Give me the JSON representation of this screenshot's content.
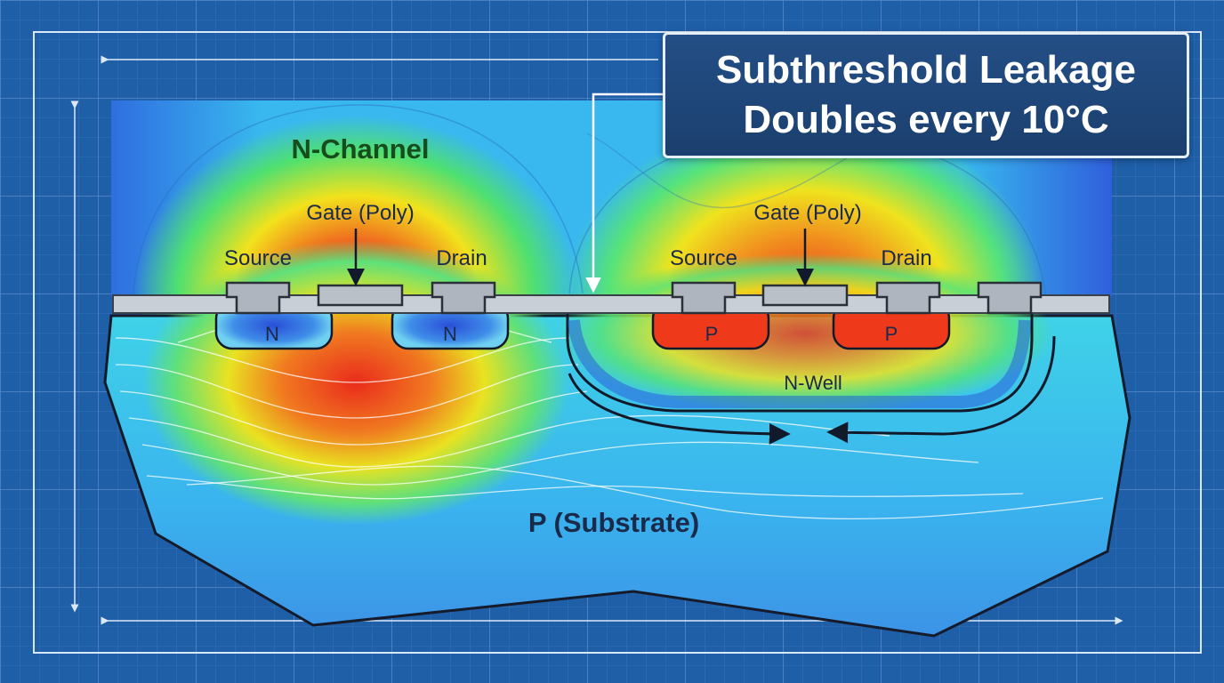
{
  "callout": {
    "line1": "Subthreshold Leakage",
    "line2": "Doubles every 10°C"
  },
  "nmos": {
    "title": "N-Channel",
    "gate_label": "Gate (Poly)",
    "source_label": "Source",
    "drain_label": "Drain",
    "source_region": "N",
    "drain_region": "N"
  },
  "pmos": {
    "gate_label": "Gate (Poly)",
    "source_label": "Source",
    "drain_label": "Drain",
    "source_region": "P",
    "drain_region": "P",
    "well_label": "N-Well"
  },
  "substrate_label": "P (Substrate)",
  "colors": {
    "background": "#1f5fa8",
    "hot": "#e8241a",
    "warm": "#f2e21c",
    "mid": "#3fe06a",
    "cool": "#3db6f0",
    "label_dark": "#1a2a4a",
    "title_green": "#174d1c"
  }
}
